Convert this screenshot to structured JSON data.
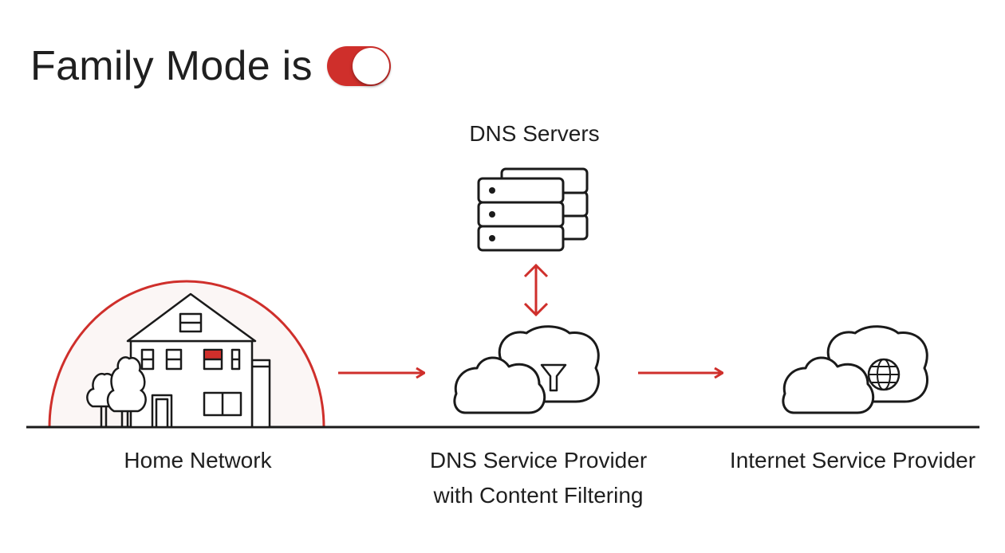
{
  "header": {
    "title": "Family Mode is",
    "toggle_state": "on",
    "toggle_color": "#cf2f2b"
  },
  "nodes": {
    "dns_servers": {
      "label": "DNS Servers",
      "icon": "server-stack-icon"
    },
    "home_network": {
      "label": "Home Network",
      "icon": "house-icon"
    },
    "dns_provider": {
      "label_line1": "DNS Service Provider",
      "label_line2": "with Content Filtering",
      "icon": "cloud-filter-icon"
    },
    "isp": {
      "label": "Internet Service Provider",
      "icon": "cloud-globe-icon"
    }
  },
  "colors": {
    "accent": "#cf2f2b",
    "line": "#1a1a1a",
    "dome_fill": "#fbf6f5"
  }
}
